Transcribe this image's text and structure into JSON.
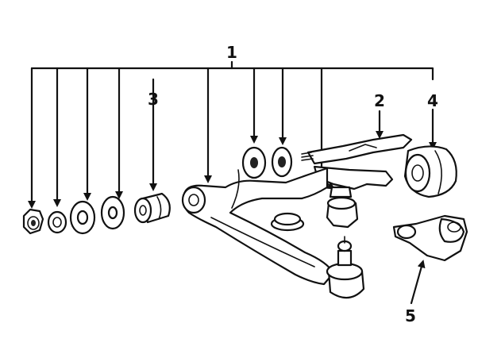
{
  "diagram": {
    "callouts": [
      {
        "id": "1",
        "label": "1"
      },
      {
        "id": "2",
        "label": "2"
      },
      {
        "id": "3",
        "label": "3"
      },
      {
        "id": "4",
        "label": "4"
      },
      {
        "id": "5",
        "label": "5"
      }
    ],
    "colors": {
      "ink": "#111111",
      "background": "#ffffff"
    }
  }
}
